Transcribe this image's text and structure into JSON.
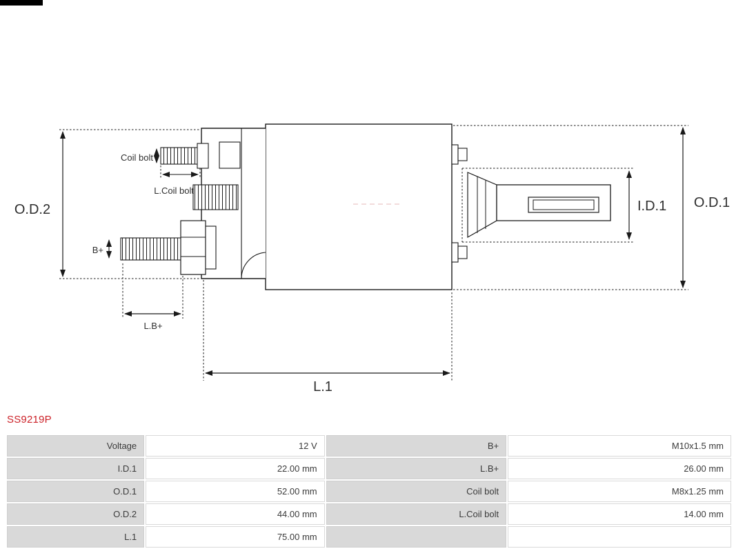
{
  "part_number": "SS9219P",
  "accent_color": "#cc2229",
  "diagram": {
    "labels": {
      "od2": "O.D.2",
      "od1": "O.D.1",
      "id1": "I.D.1",
      "l1": "L.1",
      "lb_plus": "L.B+",
      "b_plus": "B+",
      "coil_bolt": "Coil bolt",
      "l_coil_bolt": "L.Coil bolt"
    }
  },
  "table": {
    "rows": [
      {
        "c0": "Voltage",
        "c1": "12 V",
        "c2": "B+",
        "c3": "M10x1.5 mm"
      },
      {
        "c0": "I.D.1",
        "c1": "22.00 mm",
        "c2": "L.B+",
        "c3": "26.00 mm"
      },
      {
        "c0": "O.D.1",
        "c1": "52.00 mm",
        "c2": "Coil bolt",
        "c3": "M8x1.25 mm"
      },
      {
        "c0": "O.D.2",
        "c1": "44.00 mm",
        "c2": "L.Coil bolt",
        "c3": "14.00 mm"
      },
      {
        "c0": "L.1",
        "c1": "75.00 mm",
        "c2": "",
        "c3": ""
      }
    ]
  }
}
